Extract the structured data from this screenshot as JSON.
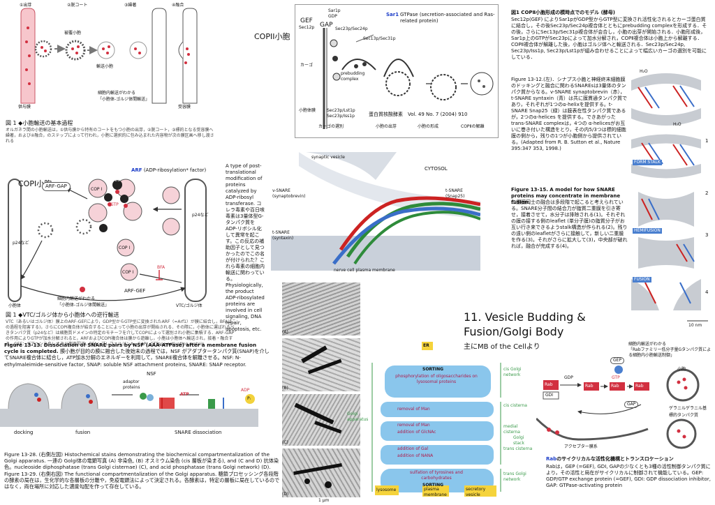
{
  "fig1": {
    "steps": [
      "①出芽",
      "②脱コート",
      "③繰著",
      "④融合"
    ],
    "label_coated": "被覆小胞",
    "label_transport": "輸送小胞",
    "donor": "供与膜",
    "acceptor": "受容膜",
    "note_line1": "細胞内輸送がわかる",
    "note_line2": "「小胞体-ゴルジ体間輸送」",
    "caption_title": "図 1 ◆小胞輸送の基本過程",
    "caption_body": "オルガネラ間の小胞輸送は，①供与膜から特有のコートをもつ小胞の出芽，②脱コート，③標的となる受容膜へ繰著，および④融合，のステップによって行われ，小胞に選択的に包み込まれた内容物が次の膜区画へ移し渡される"
  },
  "top_center": {
    "copii": "COPII小胞",
    "gef": "GEF",
    "gap": "GAP",
    "sar1p": "Sar1p",
    "gdp": "GDP",
    "sec12p": "Sec12p",
    "sec23_24": "Sec23p/Sec24p",
    "sec13_31": "Sec13p/Sec31p",
    "prebudding": "prebudding complex",
    "cargo": "カーゴ",
    "er_membrane": "小胞体膜",
    "sec23_lst1": "Sec23p/Lst1p",
    "sec23_iss1": "Sec23p/Iss1p",
    "sar1_title": "Sar1",
    "sar1_desc": "GTPase (secretion-associated and Ras-related protein)",
    "journal": "蛋白質核酸酵素　Vol. 49 No. 7 (2004) 910",
    "stage_labels": [
      "カーゴの選別",
      "小胞の出芽",
      "小胞の形成",
      "COPⅡの解離"
    ]
  },
  "fig_copii_text": {
    "title": "図1 COPⅡ小胞形成の模時点でのモデル (酵母)",
    "body": "Sec12p(GEF) によりSar1pがGDP型からGTP型に変換され活性化されるとカーゴ蛋白質に結合し，その後Sec23p/Sec24p複合体とともにprebudding complexを形成する．その後，さらにSec13p/Sec31p複合体が会合し，小胞の出芽が開始される．小胞形成後，Sar1p上のGTPがSec23pによって加水分解され，COPⅡ複合体は小胞上から解離する．COPⅡ複合体が解離した後，小胞はゴルジ体へと輸送される．Sec23p/Sec24p, Sec23p/Iss1p, Sec23p/Lst1pが組み合わせることによって幅広いカーゴの選別を可能にしている．"
  },
  "arf": {
    "title": "ARF",
    "subtitle": "(ADP-ribosylation* factor)",
    "copi_label": "COPI小胞",
    "description": "A type of post-translational modification of proteins catalyzed by ADP-ribosyl transferase. コレラ毒素や百日咳毒素は3量体型G-タンパク質を ADP-リボシル化して異常を起こす。この反応の補助因子として見つかったのでこの名が付けられた？これら毒素の細胞内輸送に関わっている。Physiologically, the product ADP-ribosylated proteins are involved in cell signaling, DNA repair, apoptosis, etc.",
    "arf_gap": "ARF-GAP",
    "arf_gef": "ARF-GEF",
    "bfa": "BFA",
    "copi": "COP I",
    "arf": "ARF",
    "gtp": "GTP",
    "p24": "p24など",
    "er": "小胞体",
    "vtc": "VTC/ゴルジ体",
    "note_line1": "細胞内輸送がわかる",
    "note_line2": "「小胞体-ゴルジ体間輸送」",
    "caption_title": "図 1 ◆VTC/ゴルジ体から小胞体への逆行輸送",
    "caption_body": "VTC（あるいはゴルジ体）膜上のARF-GEFにより，GDP型からGTP型に変換されたARF（=Arf1）が膜に結合し，BFAはこの過程を阻害する)，さらにCOPⅠ複合体が結合することによって小胞の出芽が開始される．その際に，小胞体に運ばれるべきタンパク質（p24など）は細胞質ドメインの特定のモチーフを介してCOPⅠによって選別され小胞に集積する．ARF-GAPの作用によりGTPが加水分解されると，ARFおよびCOPⅠ複合体は膜から遊離し，小胞は小胞体へ輸送され，接着・融合する．GEF：グアニンヌクレオチド交換因子，BFA：ブレフェルジンA，GAP：GTPase-activating protein"
  },
  "snare_mid": {
    "synaptic_vesicle": "synaptic vesicle",
    "cytosol": "CYTOSOL",
    "v_snare": "v-SNARE",
    "v_snare_sub": "(synaptobrevin)",
    "t_snare_r": "t-SNARE",
    "t_snare_r_sub": "(Snap25)",
    "t_snare_l": "t-SNARE",
    "t_snare_l_sub": "(syntaxin)",
    "membrane": "nerve cell plasma membrane"
  },
  "fig13_12": {
    "text": "Figure 13-12.(左)．シナプス小胞と神経終末細胞膜のドッキングと融合に関わるSNAREsは3量体のタンパク質からなる。v-SNARE synaptobrevin（赤），t-SNARE syntaxin（青）は共に膜貫通タンパク質であり，それぞれが1つのα-helixを提供する。t-SNARE Snap25（緑）は膜表在性タンパク質であるが，2つのα-helices を提供する。できあがったtrans-SNARE complexは，4つの α-helicesがお互いに巻き付いた構造をとり，その内5/3つは標的細胞膜の側から，残りの1つが小胞側から提供されている。(Adapted from R. B. Sutton et al., Nature 395:347 353, 1998.)",
    "fig13_15_title": "Figure 13-15. A model for how SNARE proteins may concentrate in membrane fusion.",
    "fig13_15_body": "二重膜同士の融合は多段階で起こると考えられている。SNARE分子間の結合力が脂質二重膜を引き寄せ，接着させて，水分子は排除される(1)。それぞれの膜の接する側のleaflet (単分子膜)の脂質分子がお互い行き来できるようstalk構造が作られる(2)。残りの遠い側のleafletがさらに接触して，新しい二重膜を作る(3)。それがさらに拡大して(3)，中央部が破れれば，融合が完成する(4)。"
  },
  "fusion_diagram": {
    "labels": [
      "FORM STALK",
      "HEMIFUSION",
      "FUSION"
    ],
    "numbers": [
      "1",
      "2",
      "3",
      "4"
    ],
    "h2o": "H₂O",
    "scale": "10 nm"
  },
  "section": {
    "number": "11.",
    "title_line1": "Vesicle Budding &",
    "title_line2": "Fusion/Golgi Body",
    "subtitle": "主にMB of the Cellより"
  },
  "fig13_13": {
    "title": "Figure 13-13. Dissociation of SNARE pairs by NSF (AAA-ATPase) after a membrane fusion cycle is completed.",
    "body": "膜小胞が目的の膜に融合した後始末の過程では，NSF がアダプタータンパク質(SNAP)を介してSNARE複合体に結合し，ATP加水分解のエネルギーを利用して，SNARE複合体を解離させる。NSF: N-ethylmaleimide-sensitive factor, SNAP: soluble NSF attachment proteins, SNARE: SNAP receptor.",
    "docking": "docking",
    "fusion": "fusion",
    "dissociation": "SNARE dissociation",
    "nsf": "NSF",
    "adaptor": "adaptor proteins",
    "atp": "ATP",
    "adp": "ADP",
    "pi": "Pᵢ"
  },
  "fig13_28": {
    "text": "Figure 13-28. (右側左図) Histochemical stains demonstrating the biochemical compartmentalization of the Golgi apparatus. 一連の Golgi体の電顕写真 (A) 非染色, (B) オスミウム染色 (cis 層板が染まる), and (C and D) 抗体染色。nucleoside diphosphatase (trans Golgi cisternae) (C), and acid phosphatase (trans Golgi network) (D). Figure 13-29. (右側右図) The functional compartmentalization of the Golgi apparatus. 糖鎖プロセッシング各段階の酵素の局在は，生化学的な各層板の分離や，免疫電顕法によって決定される。各酵素は，特定の層板に局在しているのではなく，両在場所に対応した濃度勾配を作って存在している。",
    "micro_labels": [
      "(A)",
      "(B)",
      "(C)",
      "(D)"
    ],
    "scale": "1 μm"
  },
  "golgi": {
    "er": "ER",
    "sorting_top": "SORTING",
    "top_items": [
      "phosphorylation of oligosaccharides on lysosomal proteins"
    ],
    "cis_items": [
      "removal of Man"
    ],
    "medial_items": [
      "removal of Man",
      "addition of GlcNAc"
    ],
    "trans_items": [
      "addition of Gal",
      "addition of NANA"
    ],
    "tgn_items": [
      "sulfation of tyrosines and carbohydrates"
    ],
    "sorting_bottom": "SORTING",
    "left_label": "Golgi apparatus",
    "right_labels": [
      "cis Golgi network",
      "cis cisterna",
      "medial cisterna",
      "trans cisterna",
      "trans Golgi network"
    ],
    "golgi_stack": "Golgi stack",
    "outputs": [
      "lysosome",
      "plasma membrane",
      "secretory vesicle"
    ]
  },
  "rab": {
    "note_line1": "細胞内輸送がわかる",
    "note_line2": "「Rabファミリー低分子量Gタンパク質による細胞内小胞輸送制御」",
    "title": "Rab",
    "title_rest": "のサイクリカルな活性化機構とトランスロケーション",
    "body": "Rabは，GEP (=GEF), GDI, GAPの少なくとも3種の活性制御タンパク質により，その活性と局在がサイクリカルに制御されて機能している。GEP: GDP/GTP exchange protein (=GEF), GDI: GDP dissociation inhibitor, GAP: GTPase-activating protein",
    "labels": {
      "rab": "Rab",
      "gdp": "GDP",
      "gtp": "GTP",
      "gdi": "GDI",
      "gep": "GEP",
      "gap": "GAP",
      "acceptor": "アクセプター膜系",
      "vesicle": "小胞",
      "geranyl": "ゲラニルゲラニル基",
      "target": "標的タンパク質"
    }
  }
}
